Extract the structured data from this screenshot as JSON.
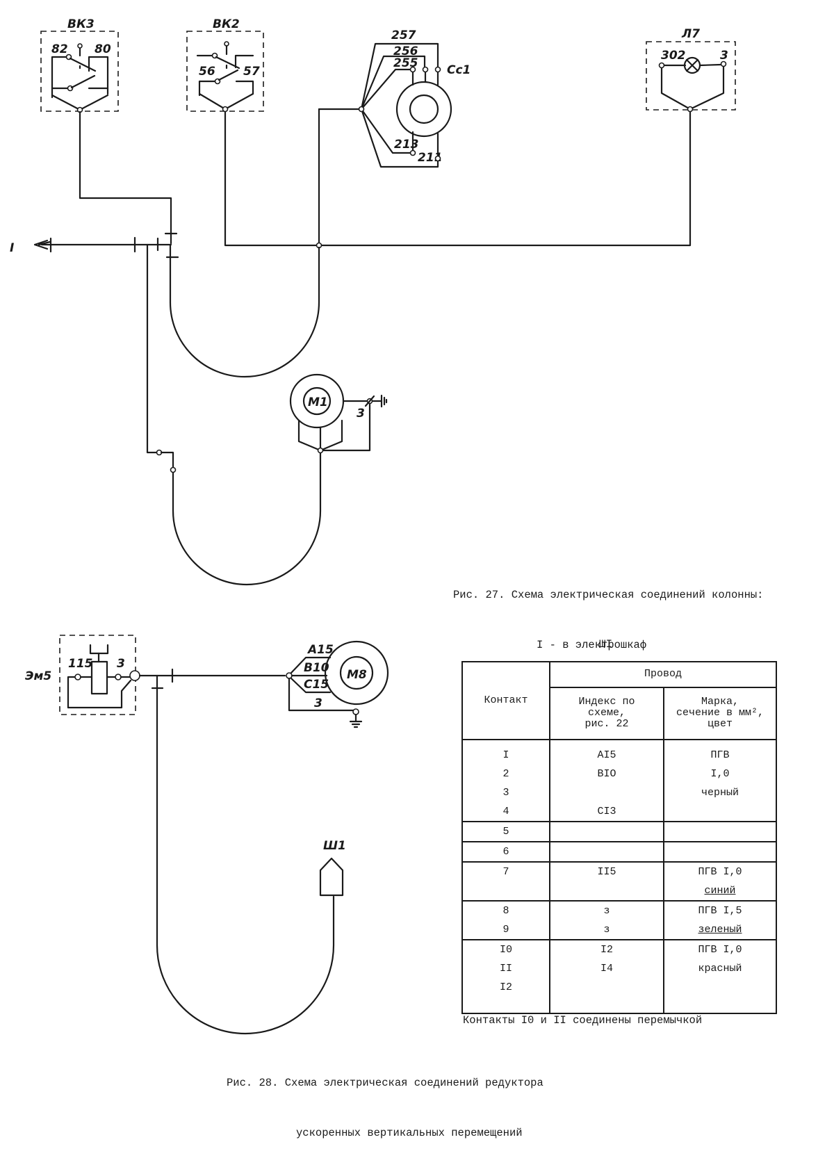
{
  "figure27": {
    "components": {
      "vk3": {
        "label": "ВК3",
        "pins": [
          "82",
          "80"
        ]
      },
      "vk2": {
        "label": "ВК2",
        "pins": [
          "56",
          "57"
        ]
      },
      "sc1": {
        "label": "Сс1",
        "wires": [
          "257",
          "256",
          "255",
          "213",
          "211"
        ]
      },
      "l7": {
        "label": "Л7",
        "pins": [
          "302",
          "3"
        ]
      },
      "m1": {
        "label": "М1",
        "ground_wire": "3"
      },
      "outlet_marker": "I"
    },
    "caption_line1": "Рис. 27. Схема электрическая соединений колонны:",
    "caption_line2": "I - в электрошкаф"
  },
  "figure28": {
    "components": {
      "em5": {
        "label": "Эм5",
        "pins": [
          "115",
          "3"
        ]
      },
      "m8": {
        "label": "М8",
        "wires": [
          "А15",
          "В10",
          "С15",
          "3"
        ]
      },
      "sh1": {
        "label": "Ш1"
      }
    },
    "table": {
      "title": "ШI",
      "header_contact": "Контакт",
      "header_wire": "Провод",
      "header_index": [
        "Индекс по",
        "схеме,",
        "рис. 22"
      ],
      "header_mark": [
        "Марка,",
        "сечение в мм², ",
        "цвет"
      ],
      "groups": [
        {
          "contacts": [
            "I",
            "2",
            "3",
            "4"
          ],
          "indexes": [
            "AI5",
            "BIO",
            "",
            "CI3"
          ],
          "marks": [
            "ПГВ",
            "I,0",
            "черный"
          ]
        },
        {
          "contacts": [
            "5"
          ],
          "indexes": [
            ""
          ],
          "marks": [
            ""
          ]
        },
        {
          "contacts": [
            "6"
          ],
          "indexes": [
            ""
          ],
          "marks": [
            ""
          ]
        },
        {
          "contacts": [
            "7"
          ],
          "indexes": [
            "II5"
          ],
          "marks": [
            "ПГВ I,0",
            "синий"
          ]
        },
        {
          "contacts": [
            "8",
            "9"
          ],
          "indexes": [
            "з",
            "з"
          ],
          "marks": [
            "ПГВ I,5",
            "зеленый"
          ]
        },
        {
          "contacts": [
            "I0",
            "II",
            "I2"
          ],
          "indexes": [
            "I2",
            "I4"
          ],
          "marks": [
            "ПГВ I,0",
            "красный"
          ]
        }
      ],
      "note": "Контакты I0 и II соединены перемычкой"
    },
    "caption_line1": "Рис. 28. Схема электрическая соединений редуктора",
    "caption_line2": "ускоренных вертикальных перемещений"
  }
}
